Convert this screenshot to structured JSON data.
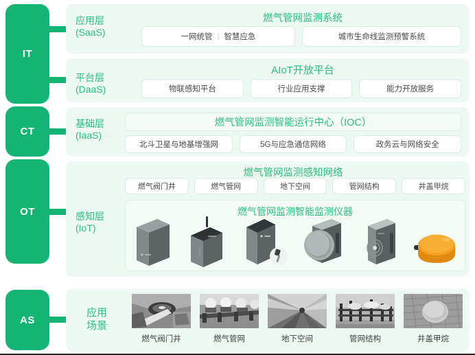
{
  "colors": {
    "brand_green": "#14b474",
    "title_green": "#2bbd7e",
    "panel_bg": "#edf8f2",
    "pill_border": "#d6ece1",
    "device_orange": "#F5A01E"
  },
  "rail": [
    {
      "id": "it",
      "label": "IT"
    },
    {
      "id": "ct",
      "label": "CT"
    },
    {
      "id": "ot",
      "label": "OT"
    },
    {
      "id": "as",
      "label": "AS"
    }
  ],
  "layers": {
    "saas": {
      "label_cn": "应用层",
      "label_en": "(SaaS)",
      "title": "燃气管网监测系统",
      "items": [
        {
          "left": "一网统管",
          "sep": "|",
          "right": "智慧应急"
        },
        {
          "text": "城市生命线监测预警系统"
        }
      ]
    },
    "daas": {
      "label_cn": "平台层",
      "label_en": "(DaaS)",
      "title": "AIoT开放平台",
      "items": [
        "物联感知平台",
        "行业应用支撑",
        "能力开放服务"
      ]
    },
    "iaas": {
      "label_cn": "基础层",
      "label_en": "(IaaS)",
      "title": "燃气管网监测智能运行中心（IOC）",
      "items": [
        "北斗卫星与地基增强网",
        "5G与应急通信网络",
        "政务云与网络安全"
      ]
    },
    "iot": {
      "label_cn": "感知层",
      "label_en": "(IoT)",
      "title": "燃气管网监测感知网络",
      "items": [
        "燃气阀门井",
        "燃气管网",
        "地下空间",
        "管网结构",
        "井盖甲烷"
      ],
      "device_card_title": "燃气管网监测智能监测仪器",
      "devices": [
        {
          "name": "tall-grey-box-sensor"
        },
        {
          "name": "antenna-box-sensor"
        },
        {
          "name": "box-sensor-with-probe"
        },
        {
          "name": "round-dial-sensor"
        },
        {
          "name": "flat-wall-sensor"
        },
        {
          "name": "orange-manhole-methane-sensor"
        }
      ]
    },
    "scenarios": {
      "label_line1": "应用",
      "label_line2": "场景",
      "items": [
        {
          "caption": "燃气阀门井",
          "thumb": "valve-well-photo"
        },
        {
          "caption": "燃气管网",
          "thumb": "gas-pipeline-photo"
        },
        {
          "caption": "地下空间",
          "thumb": "underground-space-photo"
        },
        {
          "caption": "管网结构",
          "thumb": "pipe-network-structure-photo"
        },
        {
          "caption": "井盖甲烷",
          "thumb": "manhole-cover-methane-photo"
        }
      ]
    }
  }
}
